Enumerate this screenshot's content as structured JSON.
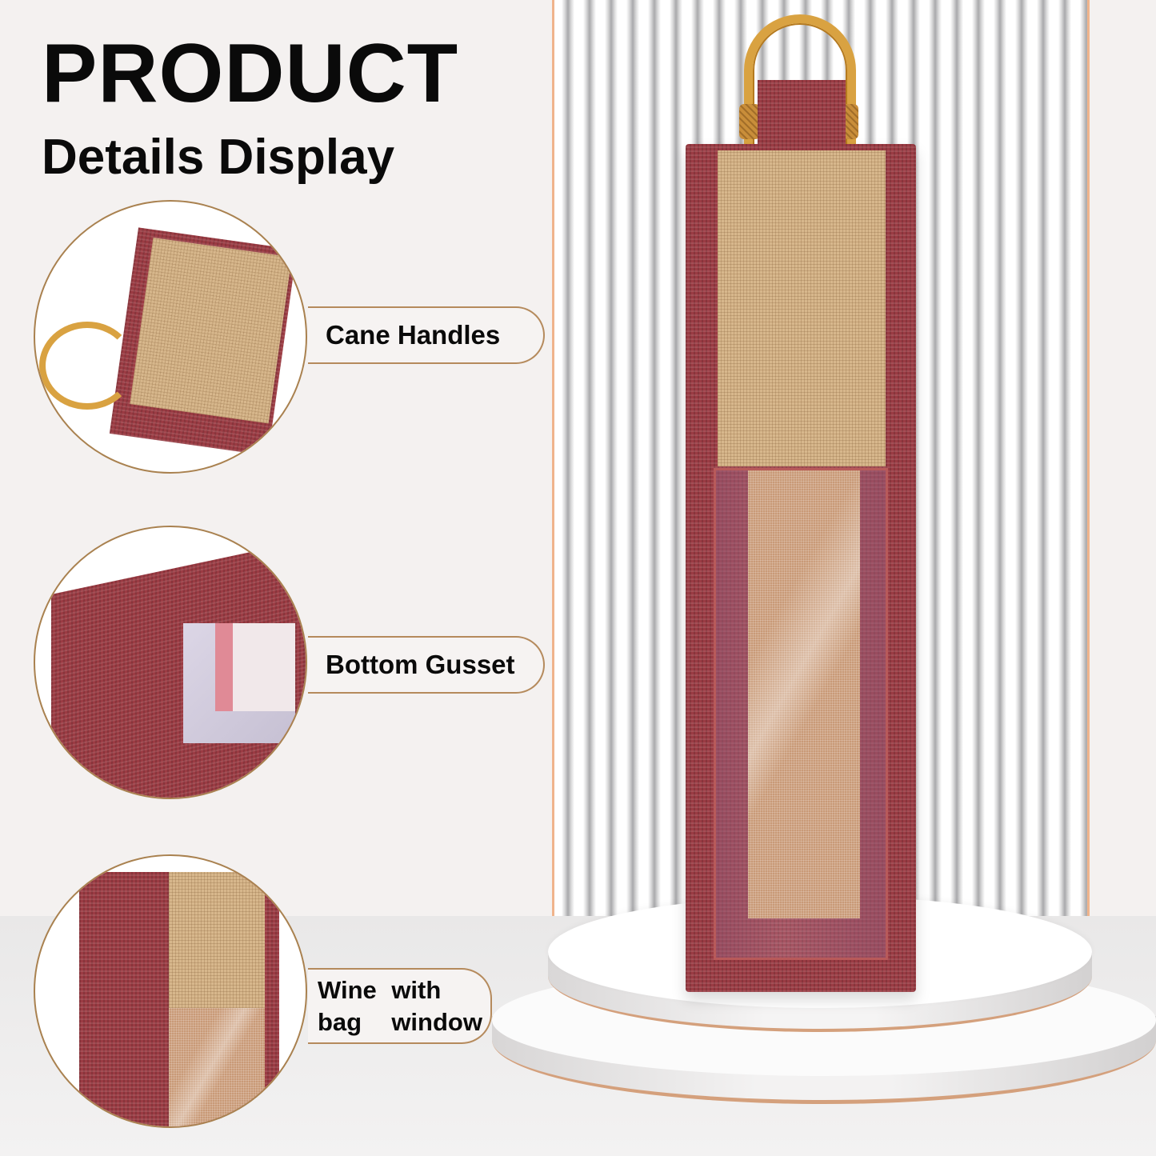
{
  "header": {
    "title": "PRODUCT",
    "subtitle": "Details Display"
  },
  "features": [
    {
      "label": "Cane Handles",
      "image": "close-up of cane handles on jute bag"
    },
    {
      "label": "Bottom Gusset",
      "image": "close-up of maroon jute bag bottom gusset with window showing wine bottle label"
    },
    {
      "label_line1": "Wine bag",
      "label_line2": "with window",
      "image": "close-up of jute panel above clear window"
    }
  ],
  "product": {
    "name": "Jute wine bottle bag with window and cane handles",
    "colors": {
      "trim": "#9b3b43",
      "jute": "#d7b78c",
      "handle": "#d9a241",
      "accent_line": "#f0b48c",
      "circle_border": "#a9814f"
    }
  },
  "scene": {
    "backdrop": "vertical striped panel",
    "pedestal": "two-tier white round podium"
  }
}
